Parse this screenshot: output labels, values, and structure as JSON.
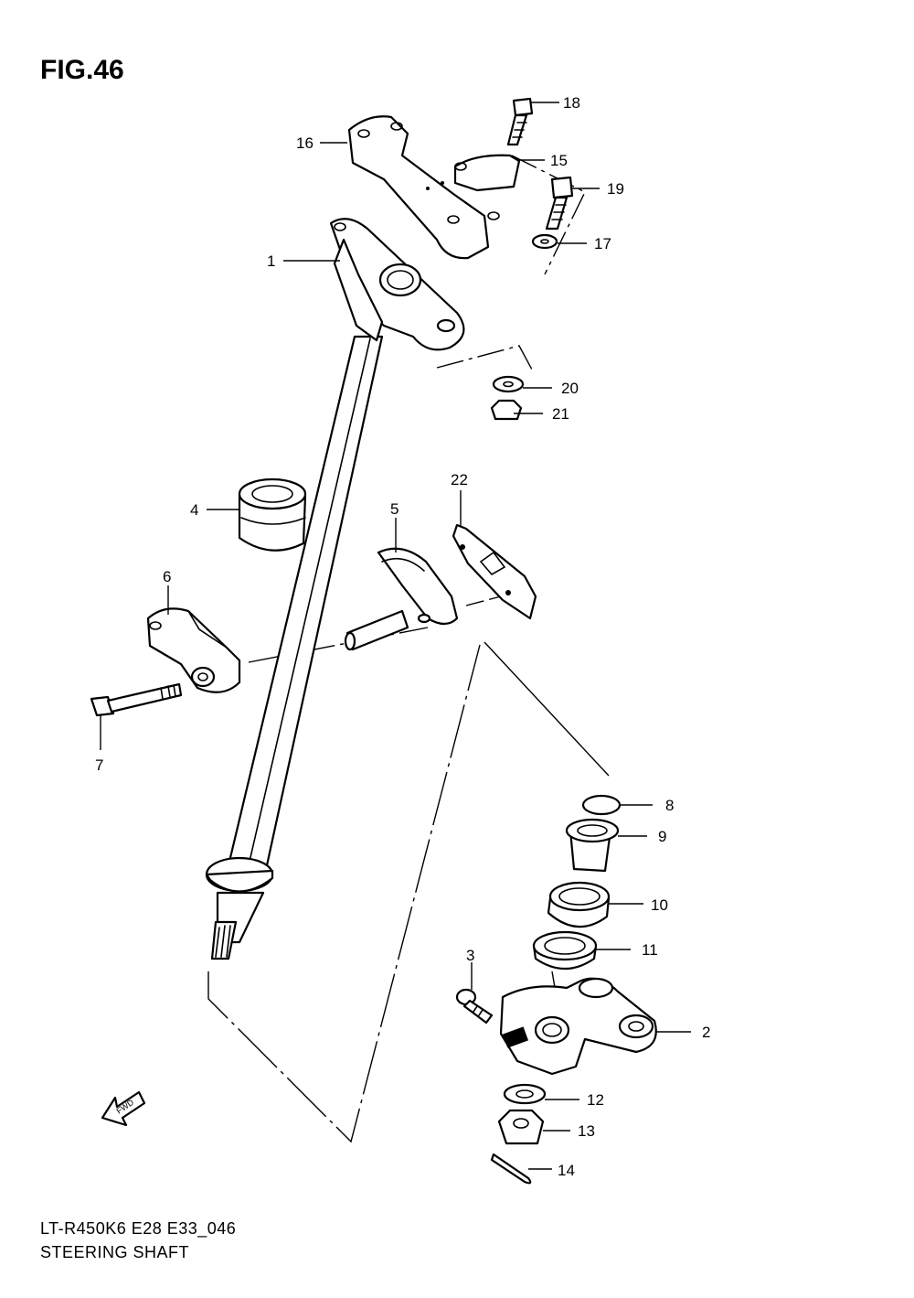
{
  "figure_title": "FIG.46",
  "footer": {
    "model_code": "LT-R450K6 E28 E33_046",
    "diagram_name": "STEERING SHAFT"
  },
  "fwd_label": "FWD",
  "callouts": [
    "1",
    "2",
    "3",
    "4",
    "5",
    "6",
    "7",
    "8",
    "9",
    "10",
    "11",
    "12",
    "13",
    "14",
    "15",
    "16",
    "17",
    "18",
    "19",
    "20",
    "21",
    "22"
  ]
}
